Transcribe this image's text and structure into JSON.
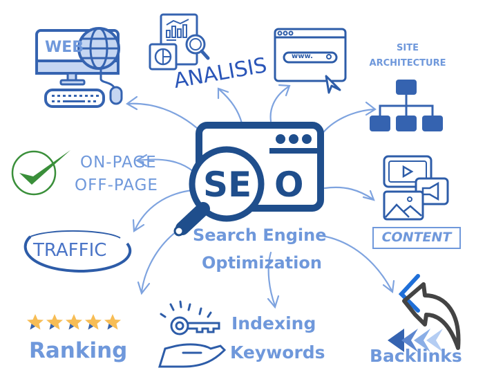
{
  "center": {
    "logo_letters_left": "SE",
    "logo_letter_right": "O",
    "title_line1": "Search Engine",
    "title_line2": "Optimization"
  },
  "nodes": {
    "web": {
      "label": "WEB",
      "icon": "computer-globe-icon"
    },
    "analisis": {
      "label": "ANALISIS",
      "icon": "analytics-report-icon"
    },
    "browser": {
      "label": "www.",
      "icon": "browser-window-icon"
    },
    "site_architecture": {
      "line1": "SITE",
      "line2": "ARCHITECTURE",
      "icon": "sitemap-hierarchy-icon"
    },
    "onpage": {
      "line1": "ON-PAGE",
      "line2": "OFF-PAGE",
      "icon": "checkmark-icon"
    },
    "content": {
      "label": "CONTENT",
      "icon": "media-content-icon"
    },
    "traffic": {
      "label": "TRAFFIC"
    },
    "ranking": {
      "label": "Ranking",
      "stars": 5,
      "icon": "star-icon"
    },
    "indexing": {
      "line1": "Indexing",
      "line2": "Keywords",
      "icon": "key-hand-icon"
    },
    "backlinks": {
      "label": "Backlinks",
      "icon": "backlink-arrow-icon"
    }
  },
  "colors": {
    "dark_blue": "#1f4e8c",
    "mid_blue": "#3563b0",
    "light_blue": "#6f98db",
    "green": "#3a8f3a",
    "gold": "#f7bd55",
    "gray": "#444444"
  }
}
